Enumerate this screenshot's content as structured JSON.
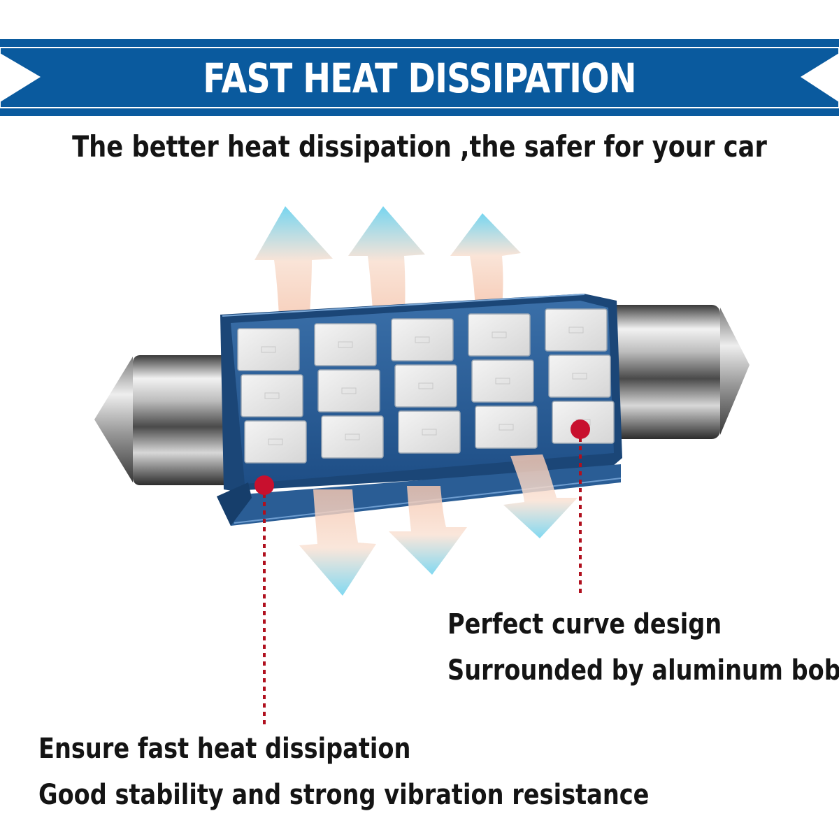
{
  "banner": {
    "title": "FAST HEAT DISSIPATION",
    "color": "#0a5a9e"
  },
  "subtitle": "The better heat dissipation ,the safer for your car",
  "callouts": {
    "right": {
      "line1": "Perfect curve design",
      "line2": "Surrounded by aluminum boby"
    },
    "left": {
      "line1": "Ensure fast heat dissipation",
      "line2": "Good stability and strong vibration resistance"
    }
  },
  "product": {
    "name_icon": "festoon-led-bulb",
    "led_rows": 3,
    "led_columns": 5,
    "board_color": "#2a5d95",
    "marker_color": "#c8102e"
  }
}
